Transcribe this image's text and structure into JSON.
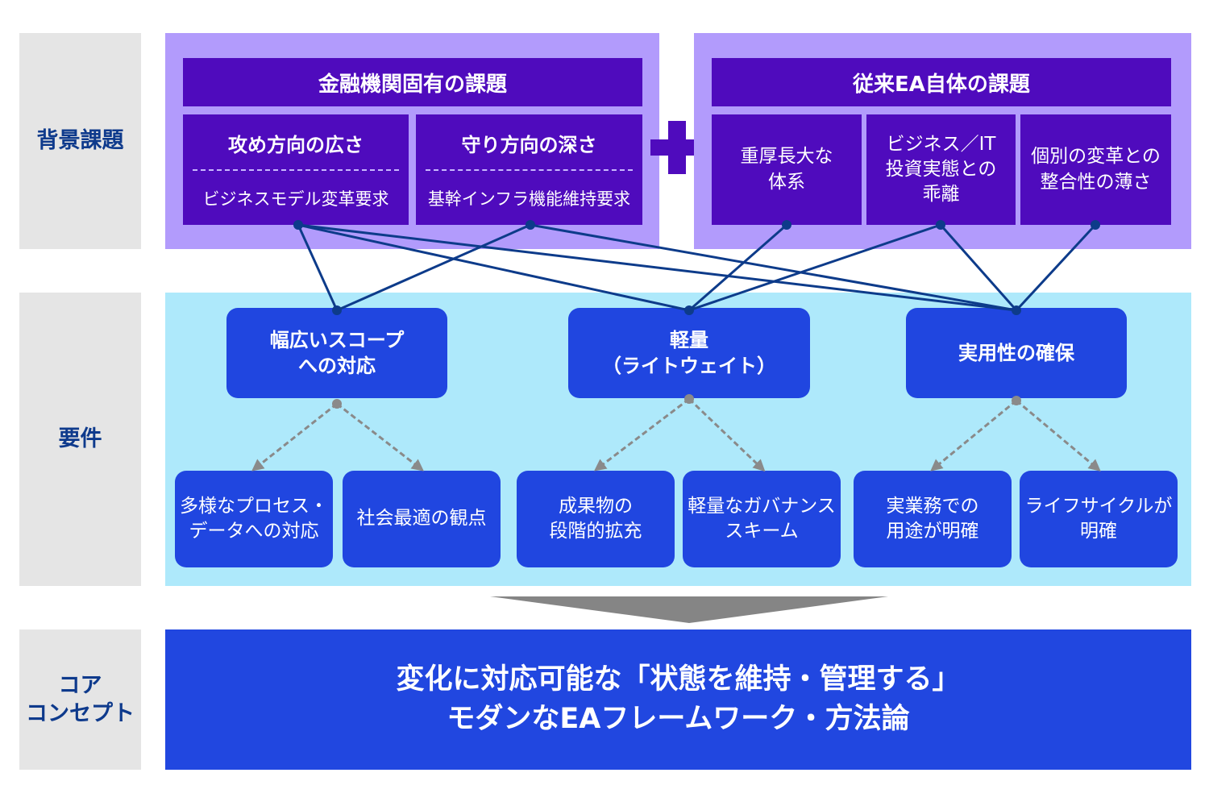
{
  "row_labels": {
    "background": "背景課題",
    "requirements": "要件",
    "core": "コア\nコンセプト"
  },
  "background": {
    "left_group": {
      "title": "金融機関固有の課題",
      "items": [
        {
          "title": "攻め方向の広さ",
          "desc": "ビジネスモデル変革要求"
        },
        {
          "title": "守り方向の深さ",
          "desc": "基幹インフラ機能維持要求"
        }
      ]
    },
    "plus_icon": "plus-icon",
    "right_group": {
      "title": "従来EA自体の課題",
      "items": [
        {
          "text": "重厚長大な\n体系"
        },
        {
          "text": "ビジネス／IT\n投資実態との\n乖離"
        },
        {
          "text": "個別の変革との\n整合性の薄さ"
        }
      ]
    }
  },
  "requirements": {
    "main": [
      {
        "text": "幅広いスコープ\nへの対応"
      },
      {
        "text": "軽量\n（ライトウェイト）"
      },
      {
        "text": "実用性の確保"
      }
    ],
    "sub": [
      {
        "text": "多様なプロセス・\nデータへの対応"
      },
      {
        "text": "社会最適の観点"
      },
      {
        "text": "成果物の\n段階的拡充"
      },
      {
        "text": "軽量なガバナンス\nスキーム"
      },
      {
        "text": "実業務での\n用途が明確"
      },
      {
        "text": "ライフサイクルが\n明確"
      }
    ]
  },
  "connections": [
    {
      "from": "攻め方向の広さ",
      "to": "幅広いスコープへの対応"
    },
    {
      "from": "攻め方向の広さ",
      "to": "軽量（ライトウェイト）"
    },
    {
      "from": "攻め方向の広さ",
      "to": "実用性の確保"
    },
    {
      "from": "守り方向の深さ",
      "to": "幅広いスコープへの対応"
    },
    {
      "from": "守り方向の深さ",
      "to": "実用性の確保"
    },
    {
      "from": "重厚長大な体系",
      "to": "軽量（ライトウェイト）"
    },
    {
      "from": "ビジネス／IT投資実態との乖離",
      "to": "軽量（ライトウェイト）"
    },
    {
      "from": "ビジネス／IT投資実態との乖離",
      "to": "実用性の確保"
    },
    {
      "from": "個別の変革との整合性の薄さ",
      "to": "実用性の確保"
    }
  ],
  "core_concept": {
    "text": "変化に対応可能な「状態を維持・管理する」\nモダンなEAフレームワーク・方法論"
  },
  "colors": {
    "label_text": "#0e3a8c",
    "label_bg": "#e5e5e5",
    "purple_panel": "#b29bfc",
    "purple_box": "#4f0bbd",
    "cyan_panel": "#aee9fb",
    "blue_box": "#2046e0",
    "connector": "#0d3b8a",
    "dashed_arrow": "#8a8a8a"
  }
}
